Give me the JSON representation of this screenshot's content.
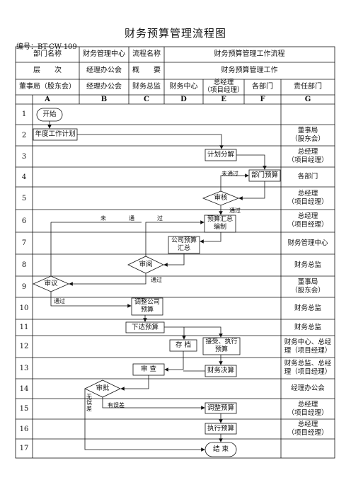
{
  "title": "财务预算管理流程图",
  "code": "编号：BT-CW-109",
  "header": {
    "row1": {
      "dept_label": "部门名称",
      "dept": "财务管理中心",
      "flow_label": "流程名称",
      "flow": "财务预算管理工作流程"
    },
    "row2": {
      "level_label": "层　　次",
      "level": "经理办公会",
      "overview_label": "概　　要",
      "overview": "财务预算管理工作"
    },
    "row3": [
      "董事局（股东会）",
      "经理办公会",
      "财务总监",
      "财务中心",
      "总经理\n（项目经理）",
      "各部门",
      "责任部门"
    ],
    "letters": [
      "A",
      "B",
      "C",
      "D",
      "E",
      "F",
      "G"
    ]
  },
  "rows": [
    "1",
    "2",
    "3",
    "4",
    "5",
    "6",
    "7",
    "8",
    "9",
    "10",
    "11",
    "12",
    "13",
    "14",
    "15",
    "16",
    "17"
  ],
  "responsible": [
    "",
    "董事局\n（股东会）",
    "总经理\n（项目经理）",
    "各部门",
    "总经理\n（项目经理）",
    "总经理\n（项目经理）",
    "财务管理中心",
    "财务总监",
    "董事局\n（股东会）",
    "财务总监",
    "财务总监",
    "财务中心、总经\n理（项目经理）",
    "财务总监、总经\n理（项目经理）",
    "经理办公会",
    "总经理\n（项目经理）",
    "总经理\n（项目经理）",
    ""
  ],
  "nodes": {
    "start": "开始",
    "annual_plan": "年度工作计划",
    "plan_split": "计划分解",
    "dept_budget": "部门预算",
    "review_e": "审核",
    "budget_compile": "预算汇总\n编制",
    "company_summary": "公司预算\n汇总",
    "review_c": "审阅",
    "deliberate": "审议",
    "adjust_company": "调整公司\n预算",
    "issue_budget": "下达预算",
    "archive": "存 档",
    "receive_execute": "接受、执行\n预算",
    "check": "审 查",
    "final_accounts": "财务决算",
    "approve": "审批",
    "adjust_budget": "调整预算",
    "execute_budget": "执行预算",
    "end": "结 束"
  },
  "labels": {
    "not_passed_1": "未通过",
    "passed_1": "通过",
    "not_pass_wide": "未　　　　通　　　　过",
    "passed_2": "通过",
    "passed_3": "通过",
    "no_error": "无\n误\n差",
    "has_error": "有误差"
  }
}
